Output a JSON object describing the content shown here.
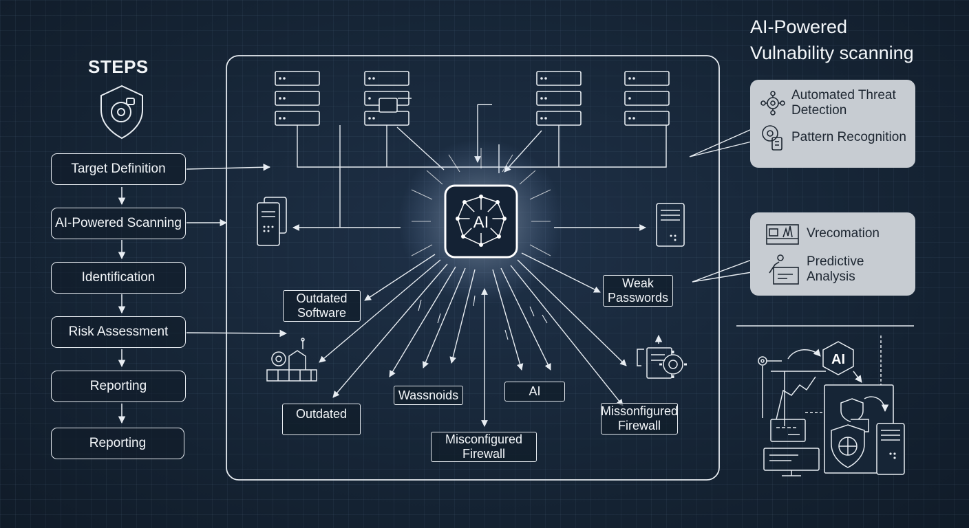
{
  "steps": {
    "title": "STEPS",
    "items": [
      "Target Definition",
      "AI-Powered Scanning",
      "Identification",
      "Risk Assessment",
      "Reporting",
      "Reporting"
    ]
  },
  "center": {
    "ai_label": "AI"
  },
  "vulnerabilities": {
    "outdated_software": "Outdated Software",
    "weak_passwords": "Weak Passwords",
    "outdated": "Outdated",
    "wassnoids": "Wassnoids",
    "ai": "AI",
    "misconfigured_firewall_center": "Misconfigured Firewall",
    "misconfigured_firewall_right": "Missonfigured Firewall"
  },
  "right": {
    "title_line1": "AI-Powered",
    "title_line2": "Vulnability scanning",
    "panel1": {
      "item1": "Automated Threat Detection",
      "item2": "Pattern Recognition"
    },
    "panel2": {
      "item1": "Vrecomation",
      "item2": "Predictive Analysis"
    },
    "mini_ai": "AI"
  },
  "colors": {
    "background": "#162536",
    "line": "#e8edf2",
    "panel": "#c7ccd2"
  }
}
